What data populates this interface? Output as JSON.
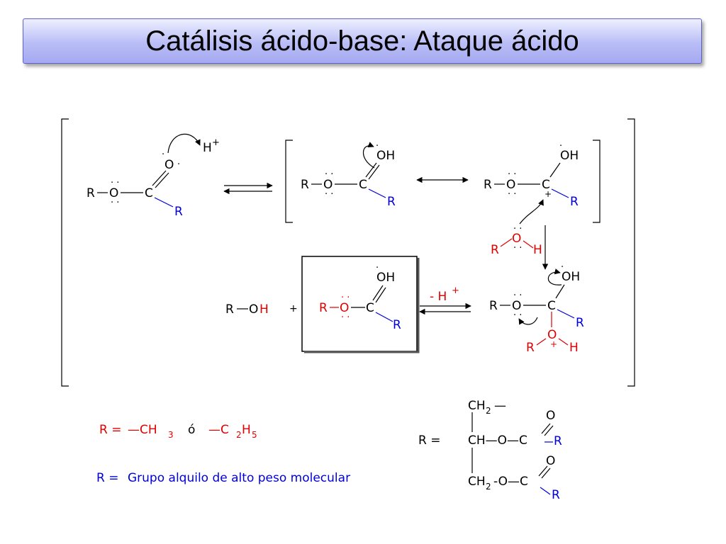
{
  "title": "Catálisis ácido-base: Ataque ácido",
  "atoms": {
    "R": "R",
    "O": "O",
    "C": "C",
    "H": "H",
    "OH": "OH",
    "plus": "+",
    "dash": "-",
    "h_plus": "H",
    "minus_h": "- H"
  },
  "definitions": {
    "r_eq": "R =",
    "ch3": "—CH",
    "sub3": "3",
    "o_or": "ó",
    "c2h5_a": "—C",
    "sub2": "2",
    "c2h5_b": "H",
    "sub5": "5",
    "r_group": "R =",
    "group_text": "Grupo alquilo de alto peso molecular"
  },
  "glyceride": {
    "r_eq": "R =",
    "ch2_top": "CH",
    "sub2": "2",
    "dash_top": "—",
    "ch_mid": "CH—O—C",
    "ch2_bottom": "CH",
    "bottom_rest": "-O—C",
    "o": "O",
    "r": "R"
  }
}
